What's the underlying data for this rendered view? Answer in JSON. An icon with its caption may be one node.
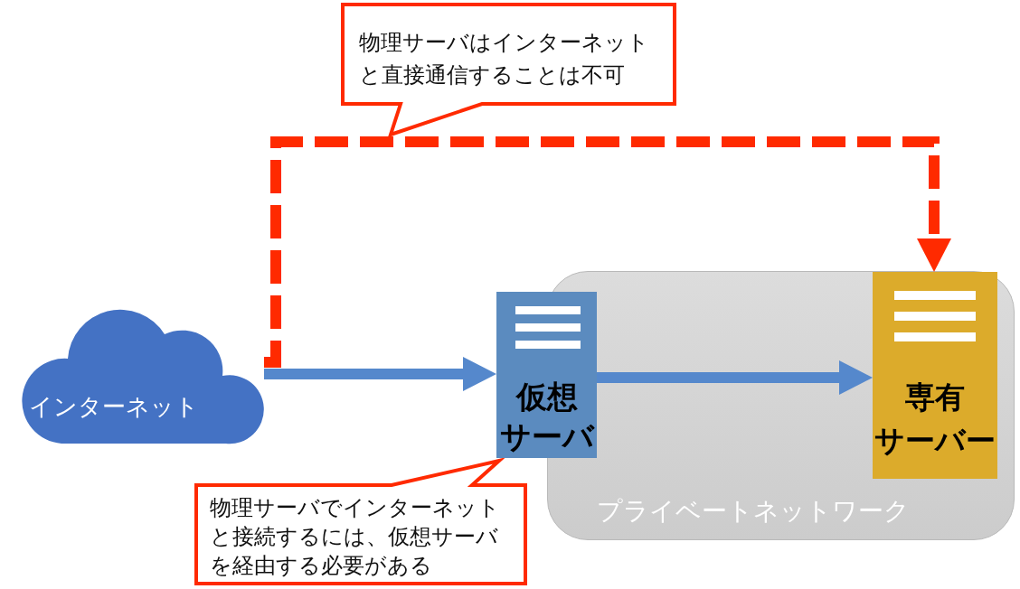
{
  "diagram": {
    "nodes": [
      {
        "text": [
          "物理サーバはインターネットと直接通信することは不可"
        ]
      },
      {
        "text": [
          "インターネット"
        ]
      },
      {
        "text": [
          "仮想サーバ"
        ]
      },
      {
        "text": [
          "プライベートネットワーク"
        ]
      },
      {
        "text": [
          "専有サーバー"
        ],
        "in": 3
      },
      {
        "text": [
          "物理サーバでインターネットと接続するには、仮想サーバを経由する必要がある"
        ]
      }
    ],
    "edges": [
      {
        "from": 1,
        "to": 2,
        "arrow": "to"
      },
      {
        "from": 2,
        "to": 4,
        "arrow": "to"
      },
      {
        "from": 1,
        "to": 4,
        "arrow": "to",
        "style": "dashed",
        "color": "#ff2a00"
      }
    ]
  }
}
